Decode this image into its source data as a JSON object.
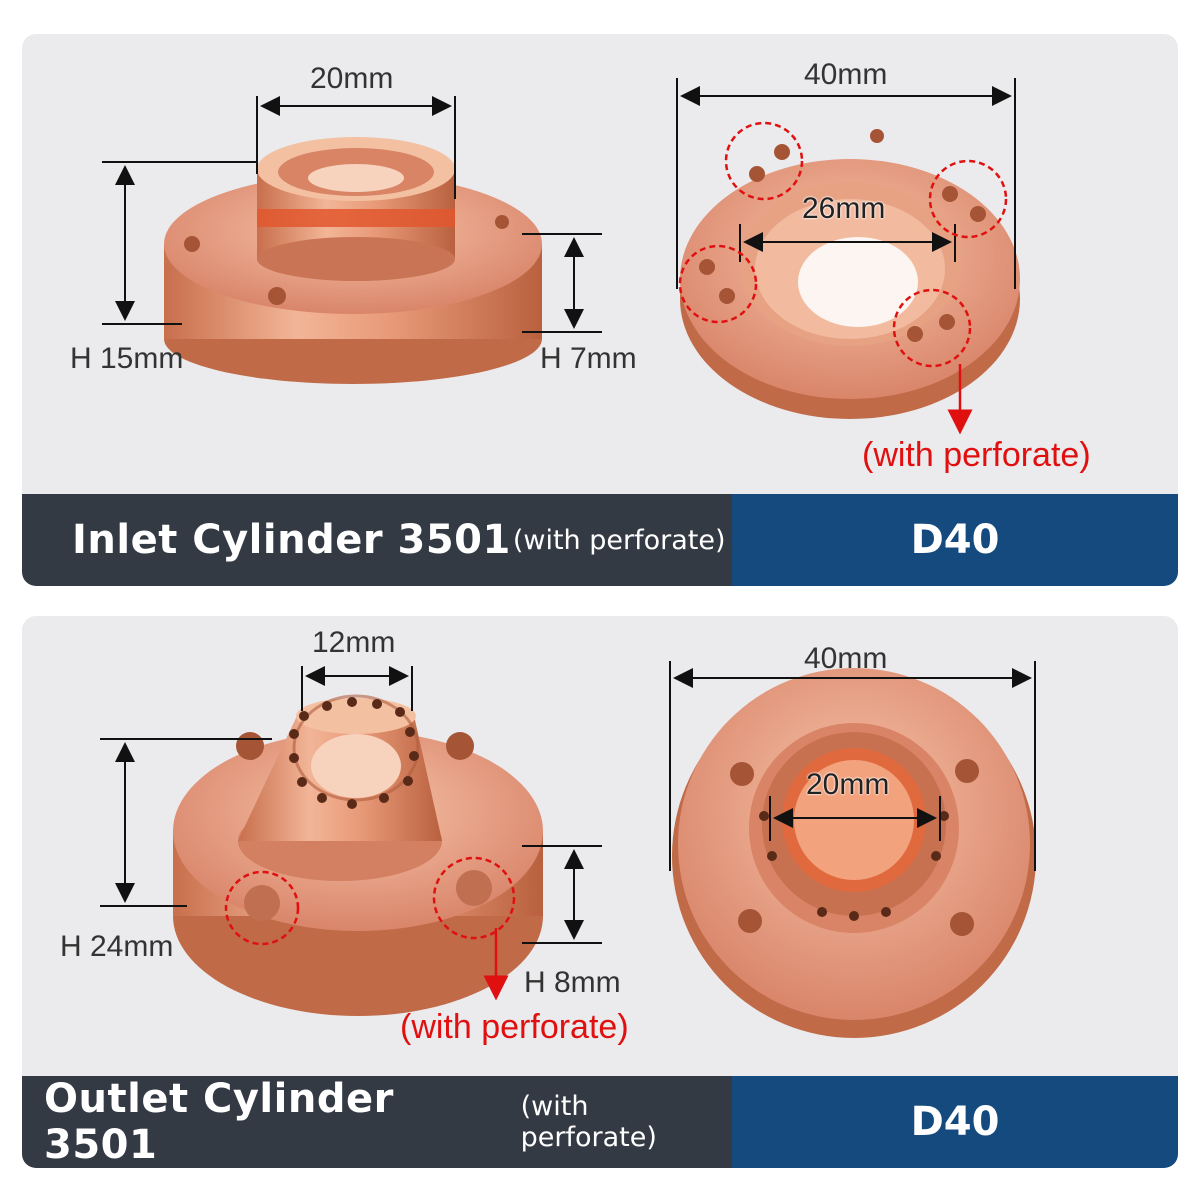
{
  "colors": {
    "panel_bg": "#ebebed",
    "bar_dark": "#343a44",
    "bar_blue": "#154a7f",
    "copper": "#e59a7a",
    "annotation_red": "#e01010"
  },
  "panels": [
    {
      "title": "Inlet Cylinder 3501",
      "subtitle": "(with perforate)",
      "code": "D40",
      "dims": {
        "top_width": "20mm",
        "height_total": "H 15mm",
        "height_flange": "H 7mm",
        "right_outer": "40mm",
        "right_inner": "26mm"
      },
      "callout": "(with perforate)"
    },
    {
      "title": "Outlet Cylinder 3501",
      "subtitle": "(with perforate)",
      "code": "D40",
      "dims": {
        "top_width": "12mm",
        "height_total": "H 24mm",
        "height_flange": "H 8mm",
        "right_outer": "40mm",
        "right_inner": "20mm"
      },
      "callout": "(with perforate)"
    }
  ]
}
